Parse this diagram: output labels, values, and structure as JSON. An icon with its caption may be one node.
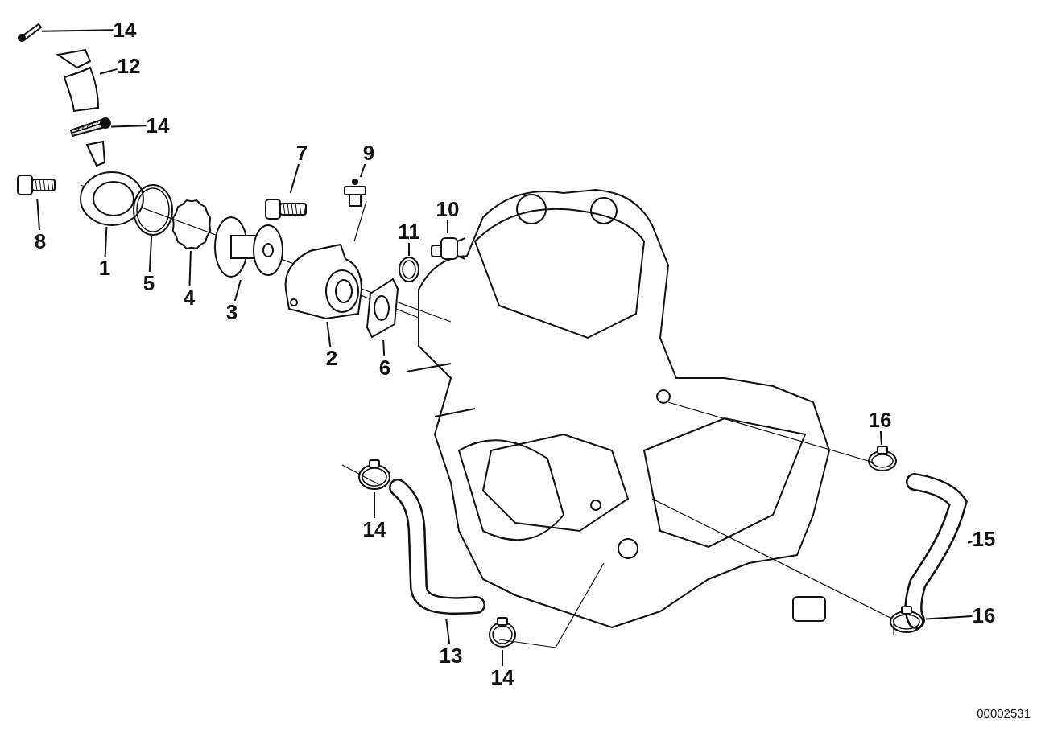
{
  "diagram": {
    "nodes": [
      {
        "text": [
          "14"
        ]
      },
      {
        "text": [],
        "shape": "picture"
      },
      {
        "text": [
          "12"
        ]
      },
      {
        "text": [],
        "shape": "picture"
      },
      {
        "text": [
          "14"
        ]
      },
      {
        "text": [],
        "shape": "picture"
      },
      {
        "text": [
          "8"
        ]
      },
      {
        "text": [],
        "shape": "picture"
      },
      {
        "text": [
          "1"
        ]
      },
      {
        "text": [],
        "shape": "picture"
      },
      {
        "text": [
          "5"
        ]
      },
      {
        "text": [],
        "shape": "picture"
      },
      {
        "text": [
          "4"
        ]
      },
      {
        "text": [],
        "shape": "picture"
      },
      {
        "text": [
          "3"
        ]
      },
      {
        "text": [],
        "shape": "picture"
      },
      {
        "text": [
          "7"
        ]
      },
      {
        "text": [],
        "shape": "picture"
      },
      {
        "text": [
          "9"
        ]
      },
      {
        "text": [],
        "shape": "picture"
      },
      {
        "text": [
          "2"
        ]
      },
      {
        "text": [],
        "shape": "picture"
      },
      {
        "text": [
          "6"
        ]
      },
      {
        "text": [],
        "shape": "picture"
      },
      {
        "text": [
          "11"
        ]
      },
      {
        "text": [],
        "shape": "picture"
      },
      {
        "text": [
          "10"
        ]
      },
      {
        "text": [],
        "shape": "picture"
      },
      {
        "text": [
          "14"
        ]
      },
      {
        "text": [],
        "shape": "picture"
      },
      {
        "text": [
          "13"
        ]
      },
      {
        "text": [],
        "shape": "picture"
      },
      {
        "text": [
          "14"
        ]
      },
      {
        "text": [],
        "shape": "picture"
      },
      {
        "text": [
          "16"
        ]
      },
      {
        "text": [],
        "shape": "picture"
      },
      {
        "text": [
          "15"
        ]
      },
      {
        "text": [],
        "shape": "picture"
      },
      {
        "text": [
          "16"
        ]
      },
      {
        "text": [],
        "shape": "picture"
      }
    ],
    "edges": [
      {
        "from": 0,
        "to": 1,
        "arrow": "none"
      },
      {
        "from": 2,
        "to": 3,
        "arrow": "none"
      },
      {
        "from": 4,
        "to": 5,
        "arrow": "none"
      },
      {
        "from": 6,
        "to": 7,
        "arrow": "none"
      },
      {
        "from": 8,
        "to": 9,
        "arrow": "none"
      },
      {
        "from": 10,
        "to": 11,
        "arrow": "none"
      },
      {
        "from": 12,
        "to": 13,
        "arrow": "none"
      },
      {
        "from": 14,
        "to": 15,
        "arrow": "none"
      },
      {
        "from": 16,
        "to": 17,
        "arrow": "none"
      },
      {
        "from": 18,
        "to": 19,
        "arrow": "none"
      },
      {
        "from": 20,
        "to": 21,
        "arrow": "none"
      },
      {
        "from": 22,
        "to": 23,
        "arrow": "none"
      },
      {
        "from": 24,
        "to": 25,
        "arrow": "none"
      },
      {
        "from": 26,
        "to": 27,
        "arrow": "none"
      },
      {
        "from": 28,
        "to": 29,
        "arrow": "none"
      },
      {
        "from": 30,
        "to": 31,
        "arrow": "none"
      },
      {
        "from": 32,
        "to": 33,
        "arrow": "none"
      },
      {
        "from": 34,
        "to": 35,
        "arrow": "none"
      },
      {
        "from": 36,
        "to": 37,
        "arrow": "none"
      },
      {
        "from": 38,
        "to": 39,
        "arrow": "none"
      }
    ],
    "labels": [
      "00002531"
    ]
  }
}
